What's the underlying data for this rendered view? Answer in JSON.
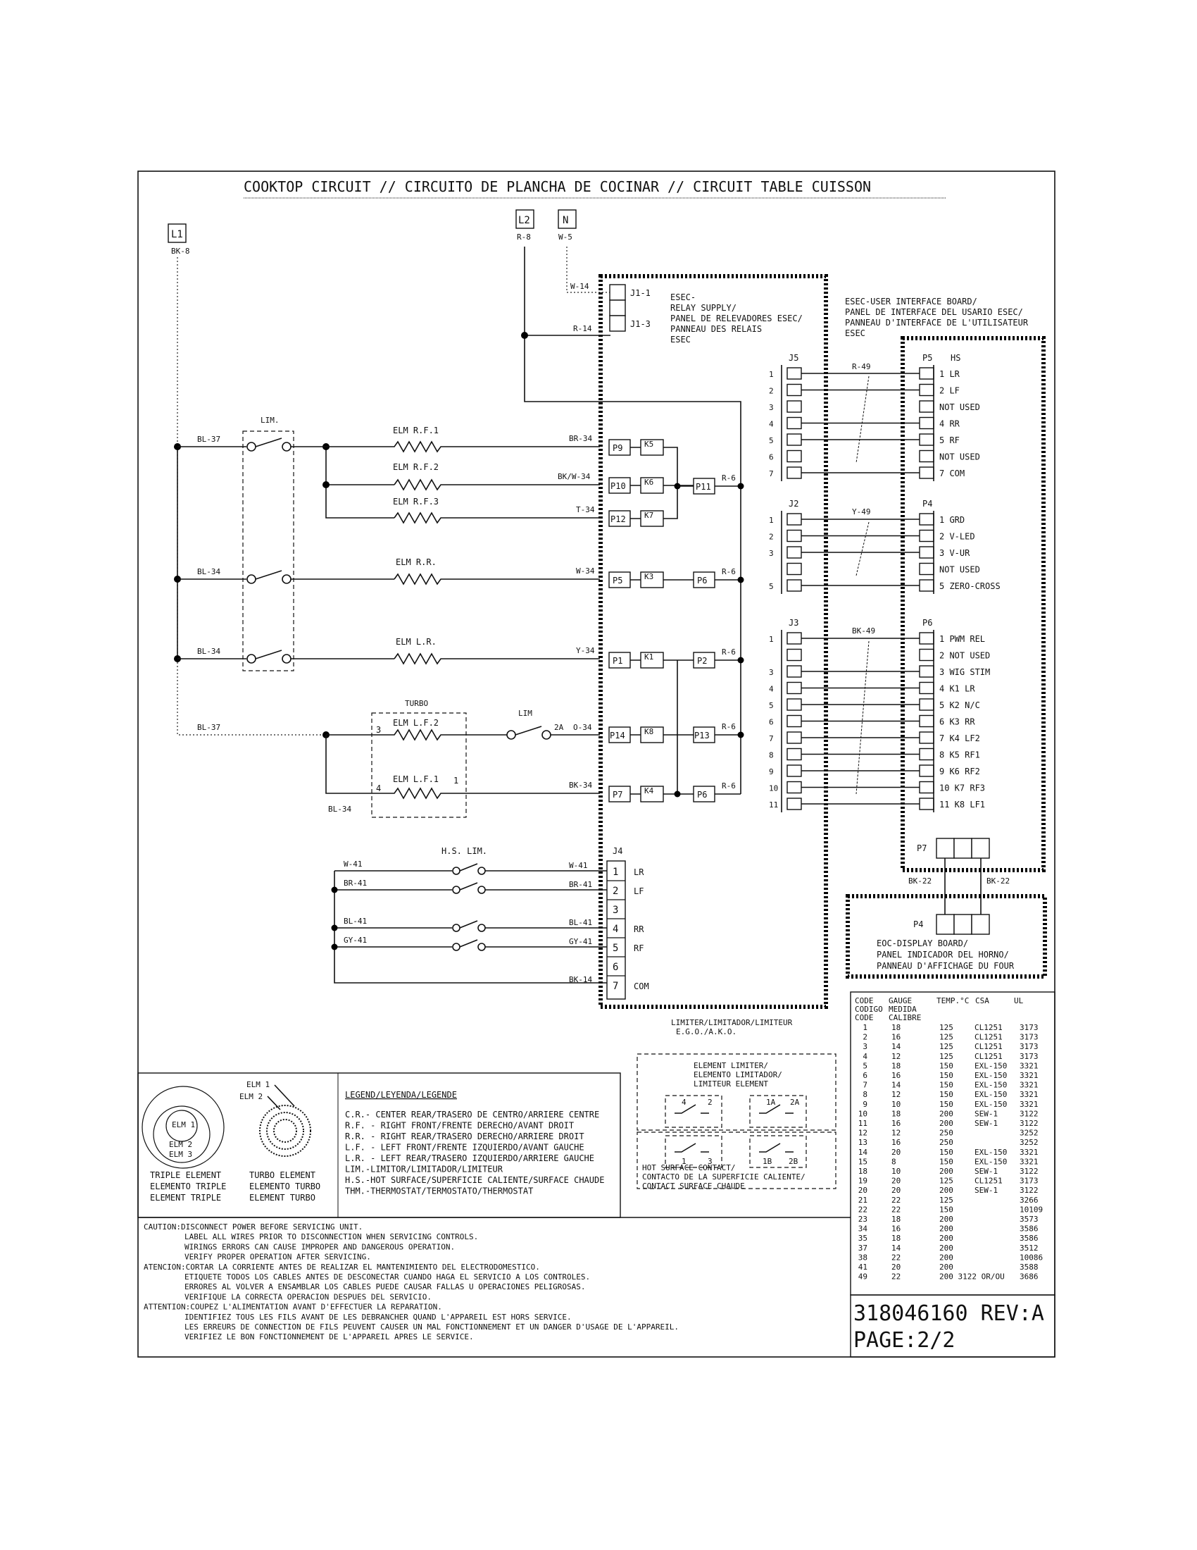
{
  "title": "COOKTOP CIRCUIT // CIRCUITO DE PLANCHA DE COCINAR // CIRCUIT TABLE CUISSON",
  "terminals": {
    "l1": {
      "name": "L1",
      "wire": "BK-8"
    },
    "l2": {
      "name": "L2",
      "wire": "R-8"
    },
    "n": {
      "name": "N",
      "wire": "W-5"
    }
  },
  "relay_board": {
    "lines": [
      "ESEC-",
      "RELAY SUPPLY/",
      "PANEL DE RELEVADORES ESEC/",
      "PANNEAU DES RELAIS",
      "ESEC"
    ],
    "j1_1": "J1-1",
    "j1_3": "J1-3",
    "w14": "W-14",
    "r14": "R-14"
  },
  "ui_board": {
    "lines": [
      "ESEC-USER INTERFACE BOARD/",
      "PANEL DE INTERFACE DEL USARIO ESEC/",
      "PANNEAU D'INTERFACE DE L'UTILISATEUR",
      "ESEC"
    ]
  },
  "limiters": {
    "lim_top": "LIM.",
    "lim_lf": "LIM",
    "turbo": "TURBO",
    "hs_lim": "H.S. LIM."
  },
  "elements": [
    {
      "name": "ELM R.F.1",
      "wire": "BR-34",
      "p": "P9",
      "k": "K5"
    },
    {
      "name": "ELM R.F.2",
      "wire": "BK/W-34",
      "p": "P10",
      "k": "K6"
    },
    {
      "name": "ELM R.F.3",
      "wire": "T-34",
      "p": "P12",
      "k": "K7"
    },
    {
      "name": "ELM R.R.",
      "wire": "W-34",
      "p": "P5",
      "k": "K3"
    },
    {
      "name": "ELM L.R.",
      "wire": "Y-34",
      "p": "P1",
      "k": "K1"
    },
    {
      "name": "ELM L.F.2",
      "wire": "O-34",
      "p": "P14",
      "k": "K8"
    },
    {
      "name": "ELM L.F.1",
      "wire": "BK-34",
      "p": "P7",
      "k": "K4"
    }
  ],
  "left_wires": {
    "bl37a": "BL-37",
    "bl34a": "BL-34",
    "bl34b": "BL-34",
    "bl37b": "BL-37",
    "bl34c": "BL-34"
  },
  "turbo_pins": {
    "p3": "3",
    "p4": "4",
    "p1": "1",
    "p2a": "2A"
  },
  "returns": {
    "p11": "P11",
    "p6a": "P6",
    "p2": "P2",
    "p13": "P13",
    "p6b": "P6",
    "r6": "R-6"
  },
  "j4": {
    "label": "J4",
    "rows": [
      {
        "pin": "1",
        "func": "LR",
        "wire": "W-41"
      },
      {
        "pin": "2",
        "func": "LF",
        "wire": "BR-41"
      },
      {
        "pin": "3",
        "func": "",
        "wire": ""
      },
      {
        "pin": "4",
        "func": "RR",
        "wire": "BL-41"
      },
      {
        "pin": "5",
        "func": "RF",
        "wire": "GY-41"
      },
      {
        "pin": "6",
        "func": "",
        "wire": ""
      },
      {
        "pin": "7",
        "func": "COM",
        "wire": "BK-14"
      }
    ],
    "left": [
      "W-41",
      "BR-41",
      "BL-41",
      "GY-41"
    ]
  },
  "j5": {
    "label": "J5",
    "wire": "R-49",
    "pins": [
      "1",
      "2",
      "3",
      "4",
      "5",
      "6",
      "7"
    ]
  },
  "p5": {
    "label": "P5",
    "hs": "HS",
    "rows": [
      "1 LR",
      "2 LF",
      "NOT USED",
      "4 RR",
      "5 RF",
      "NOT USED",
      "7 COM"
    ]
  },
  "j2": {
    "label": "J2",
    "wire": "Y-49",
    "pins": [
      "1",
      "2",
      "3",
      "",
      "5"
    ]
  },
  "p4": {
    "label": "P4",
    "rows": [
      "1 GRD",
      "2 V-LED",
      "3 V-UR",
      "NOT USED",
      "5 ZERO-CROSS"
    ]
  },
  "j3": {
    "label": "J3",
    "wire": "BK-49",
    "pins": [
      "1",
      "",
      "3",
      "4",
      "5",
      "6",
      "7",
      "8",
      "9",
      "10",
      "11"
    ]
  },
  "p6": {
    "label": "P6",
    "rows": [
      "1 PWM REL",
      "2 NOT USED",
      "3 WIG STIM",
      "4 K1 LR",
      "5 K2 N/C",
      "6 K3 RR",
      "7 K4 LF2",
      "8 K5 RF1",
      "9 K6 RF2",
      "10 K7 RF3",
      "11 K8 LF1"
    ]
  },
  "p7_label": "P7",
  "bk22a": "BK-22",
  "bk22b": "BK-22",
  "eoc": {
    "p4": "P4",
    "lines": [
      "EOC-DISPLAY BOARD/",
      "PANEL INDICADOR DEL HORNO/",
      "PANNEAU D'AFFICHAGE DU FOUR"
    ]
  },
  "limiter_legend": {
    "lines": [
      "LIMITER/LIMITADOR/LIMITEUR",
      "E.G.O./A.K.O."
    ],
    "elem": [
      "ELEMENT LIMITER/",
      "ELEMENTO LIMITADOR/",
      "LIMITEUR ELEMENT"
    ],
    "hot": [
      "HOT SURFACE CONTACT/",
      "CONTACTO DE LA SUPERFICIE CALIENTE/",
      "CONTACT SURFACE CHAUDE"
    ],
    "pins": [
      "4",
      "2",
      "1A",
      "2A",
      "1",
      "3",
      "1B",
      "2B"
    ]
  },
  "element_legend": {
    "elm1": "ELM 1",
    "elm2": "ELM 2",
    "elm3": "ELM 3",
    "triple": [
      "TRIPLE ELEMENT",
      "ELEMENTO TRIPLE",
      "ELEMENT TRIPLE"
    ],
    "turbo": [
      "TURBO ELEMENT",
      "ELEMENTO TURBO",
      "ELEMENT TURBO"
    ]
  },
  "legend": {
    "title": "LEGEND/LEYENDA/LEGENDE",
    "lines": [
      "C.R.- CENTER REAR/TRASERO DE CENTRO/ARRIERE CENTRE",
      "R.F. - RIGHT FRONT/FRENTE DERECHO/AVANT DROIT",
      "R.R. - RIGHT REAR/TRASERO DERECHO/ARRIERE DROIT",
      "L.F. - LEFT FRONT/FRENTE IZQUIERDO/AVANT GAUCHE",
      "L.R. - LEFT REAR/TRASERO IZQUIERDO/ARRIERE GAUCHE",
      "LIM.-LIMITOR/LIMITADOR/LIMITEUR",
      "H.S.-HOT SURFACE/SUPERFICIE CALIENTE/SURFACE CHAUDE",
      "THM.-THERMOSTAT/TERMOSTATO/THERMOSTAT"
    ]
  },
  "caution": {
    "lines": [
      "CAUTION:DISCONNECT POWER BEFORE SERVICING UNIT.",
      "LABEL ALL WIRES PRIOR TO DISCONNECTION WHEN SERVICING CONTROLS.",
      "WIRINGS ERRORS CAN CAUSE IMPROPER AND DANGEROUS OPERATION.",
      "VERIFY PROPER OPERATION AFTER SERVICING.",
      "ATENCION:CORTAR LA CORRIENTE ANTES DE REALIZAR EL MANTENIMIENTO DEL ELECTRODOMESTICO.",
      "ETIQUETE TODOS LOS CABLES ANTES DE DESCONECTAR CUANDO HAGA EL SERVICIO A LOS CONTROLES.",
      "ERRORES AL VOLVER A ENSAMBLAR LOS CABLES PUEDE CAUSAR FALLAS U OPERACIONES PELIGROSAS.",
      "VERIFIQUE LA CORRECTA OPERACION DESPUES DEL SERVICIO.",
      "ATTENTION:COUPEZ L'ALIMENTATION AVANT D'EFFECTUER LA REPARATION.",
      "IDENTIFIEZ TOUS LES FILS AVANT DE LES DEBRANCHER QUAND L'APPAREIL EST HORS SERVICE.",
      "LES ERREURS DE CONNECTION DE FILS PEUVENT CAUSER UN MAL FONCTIONNEMENT ET UN DANGER D'USAGE DE L'APPAREIL.",
      "VERIFIEZ LE BON FONCTIONNEMENT DE L'APPAREIL APRES LE SERVICE."
    ]
  },
  "gauge_table": {
    "headers": [
      [
        "CODE",
        "CODIGO",
        "CODE"
      ],
      [
        "GAUGE",
        "MEDIDA",
        "CALIBRE"
      ],
      [
        "TEMP.°C"
      ],
      [
        "CSA"
      ],
      [
        "UL"
      ]
    ],
    "rows": [
      [
        "1",
        "18",
        "125",
        "CL1251",
        "3173"
      ],
      [
        "2",
        "16",
        "125",
        "CL1251",
        "3173"
      ],
      [
        "3",
        "14",
        "125",
        "CL1251",
        "3173"
      ],
      [
        "4",
        "12",
        "125",
        "CL1251",
        "3173"
      ],
      [
        "5",
        "18",
        "150",
        "EXL-150",
        "3321"
      ],
      [
        "6",
        "16",
        "150",
        "EXL-150",
        "3321"
      ],
      [
        "7",
        "14",
        "150",
        "EXL-150",
        "3321"
      ],
      [
        "8",
        "12",
        "150",
        "EXL-150",
        "3321"
      ],
      [
        "9",
        "10",
        "150",
        "EXL-150",
        "3321"
      ],
      [
        "10",
        "18",
        "200",
        "SEW-1",
        "3122"
      ],
      [
        "11",
        "16",
        "200",
        "SEW-1",
        "3122"
      ],
      [
        "12",
        "12",
        "250",
        "",
        "3252"
      ],
      [
        "13",
        "16",
        "250",
        "",
        "3252"
      ],
      [
        "14",
        "20",
        "150",
        "EXL-150",
        "3321"
      ],
      [
        "15",
        "8",
        "150",
        "EXL-150",
        "3321"
      ],
      [
        "18",
        "10",
        "200",
        "SEW-1",
        "3122"
      ],
      [
        "19",
        "20",
        "125",
        "CL1251",
        "3173"
      ],
      [
        "20",
        "20",
        "200",
        "SEW-1",
        "3122"
      ],
      [
        "21",
        "22",
        "125",
        "",
        "3266"
      ],
      [
        "22",
        "22",
        "150",
        "",
        "10109"
      ],
      [
        "23",
        "18",
        "200",
        "",
        "3573"
      ],
      [
        "34",
        "16",
        "200",
        "",
        "3586"
      ],
      [
        "35",
        "18",
        "200",
        "",
        "3586"
      ],
      [
        "37",
        "14",
        "200",
        "",
        "3512"
      ],
      [
        "38",
        "22",
        "200",
        "",
        "10086"
      ],
      [
        "41",
        "20",
        "200",
        "",
        "3588"
      ],
      [
        "49",
        "22",
        "200 3122 OR/OU",
        "",
        "3686"
      ]
    ]
  },
  "part_number": "318046160 REV:A",
  "page": "PAGE:2/2"
}
